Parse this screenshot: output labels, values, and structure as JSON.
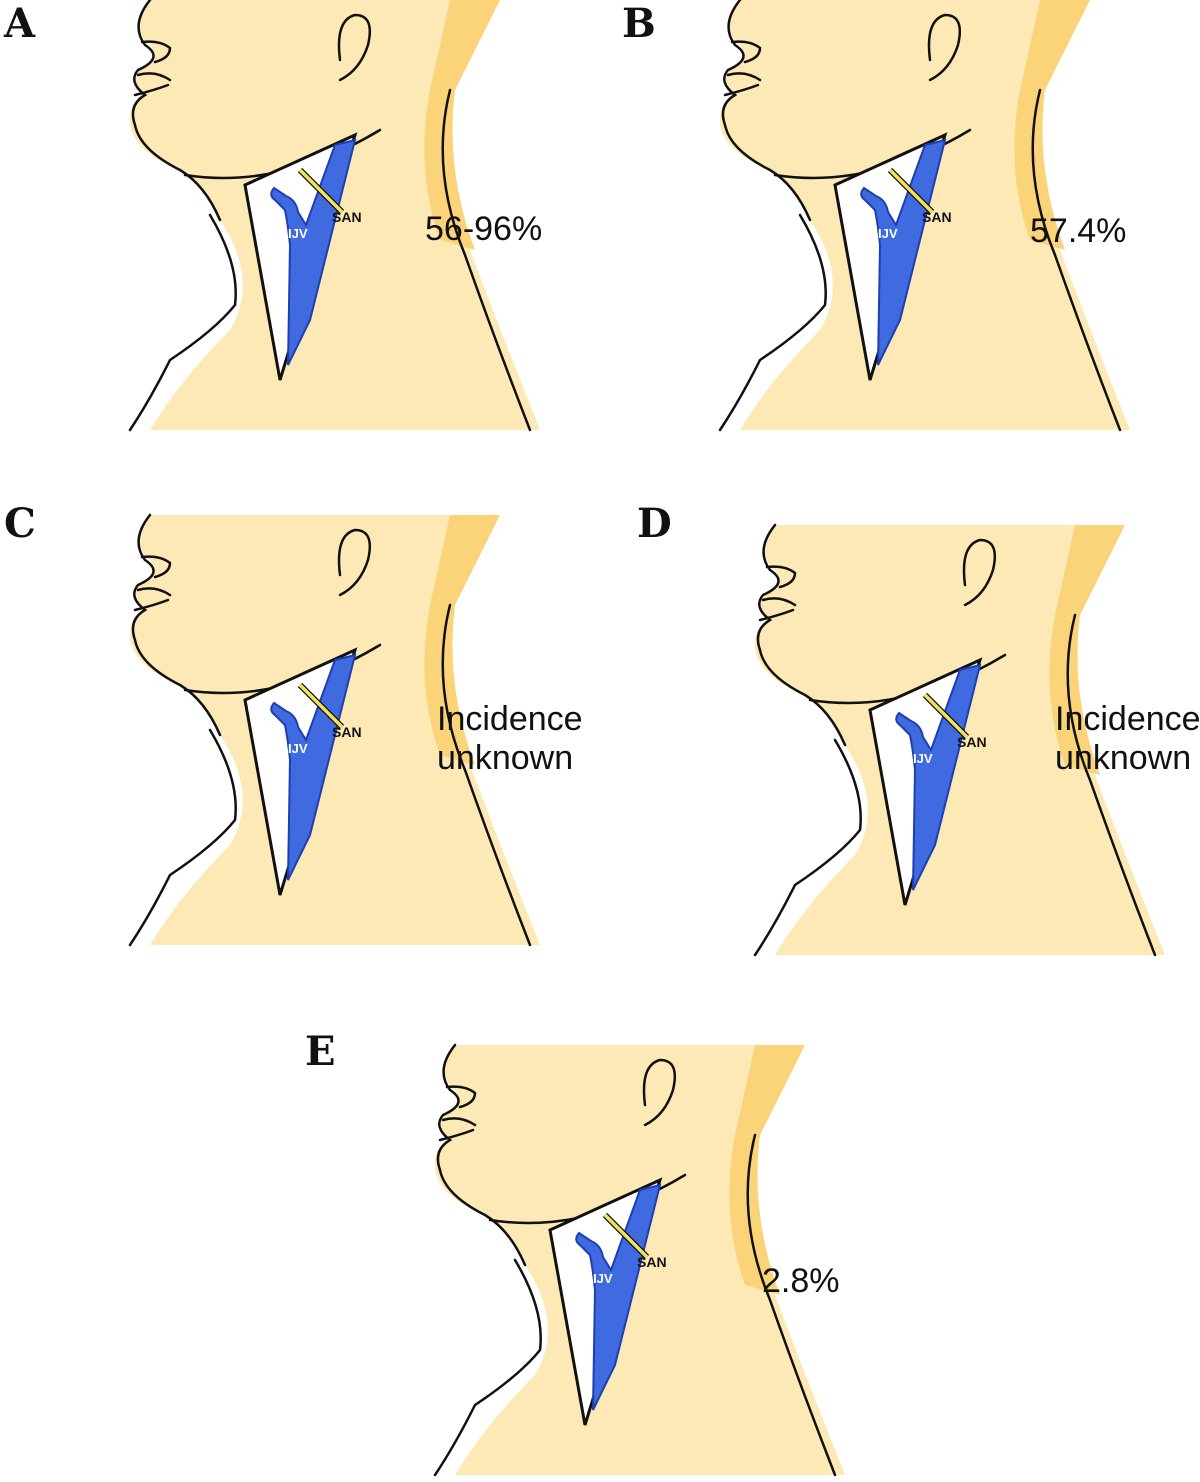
{
  "colors": {
    "skin": "#fde9b6",
    "skin_shadow": "#fbd47a",
    "outline": "#111111",
    "vein": "#3f6ae0",
    "vein_dark": "#1d3fb0",
    "nerve": "#f2e25a"
  },
  "panels": [
    {
      "letter": "A",
      "ijv_label": "IJV",
      "san_label": "SAN",
      "stat_lines": [
        "56-96%"
      ]
    },
    {
      "letter": "B",
      "ijv_label": "IJV",
      "san_label": "SAN",
      "stat_lines": [
        "57.4%"
      ]
    },
    {
      "letter": "C",
      "ijv_label": "IJV",
      "san_label": "SAN",
      "stat_lines": [
        "Incidence",
        "unknown"
      ]
    },
    {
      "letter": "D",
      "ijv_label": "IJV",
      "san_label": "SAN",
      "stat_lines": [
        "Incidence",
        "unknown"
      ]
    },
    {
      "letter": "E",
      "ijv_label": "IJV",
      "san_label": "SAN",
      "stat_lines": [
        "2.8%"
      ]
    }
  ]
}
